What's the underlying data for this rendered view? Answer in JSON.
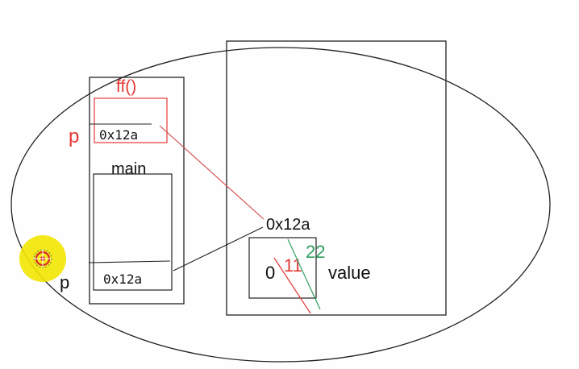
{
  "labels": {
    "ff_frame": "ff()",
    "p_red": "p",
    "ff_p_value": "0x12a",
    "main_frame": "main",
    "main_p_value": "0x12a",
    "p_black": "p",
    "heap_address": "0x12a",
    "value_old": "0",
    "value_mid": "11",
    "value_new": "22",
    "value_label": "value"
  },
  "colors": {
    "stroke": "#222222",
    "red": "#e53935",
    "green": "#2e9e5e",
    "cursor_halo": "#f2e600",
    "cursor_center": "#d62828"
  }
}
